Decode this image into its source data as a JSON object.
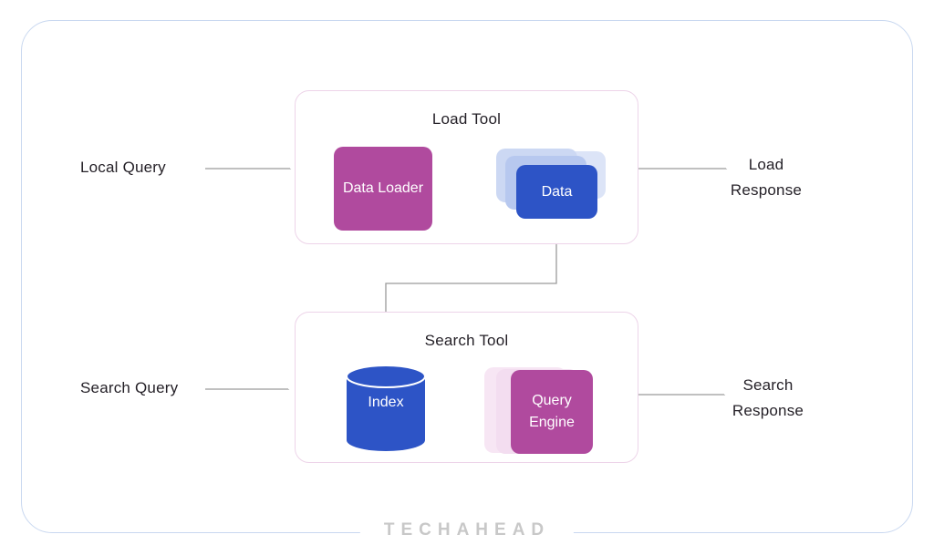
{
  "diagram": {
    "load_tool": {
      "title": "Load Tool",
      "data_loader_label": "Data Loader",
      "data_label": "Data"
    },
    "search_tool": {
      "title": "Search Tool",
      "index_label": "Index",
      "query_engine_label": "Query Engine"
    },
    "labels": {
      "local_query": "Local Query",
      "load_response": "Load Response",
      "search_query": "Search Query",
      "search_response": "Search Response"
    }
  },
  "footer": {
    "brand": "TECHAHEAD"
  },
  "colors": {
    "frame_border": "#c9d8f0",
    "box_border": "#edd4e9",
    "magenta": "#b04a9e",
    "blue": "#2d54c6",
    "arrow": "#9a9a9a",
    "text": "#231f26",
    "logo": "#c8c8c8"
  }
}
